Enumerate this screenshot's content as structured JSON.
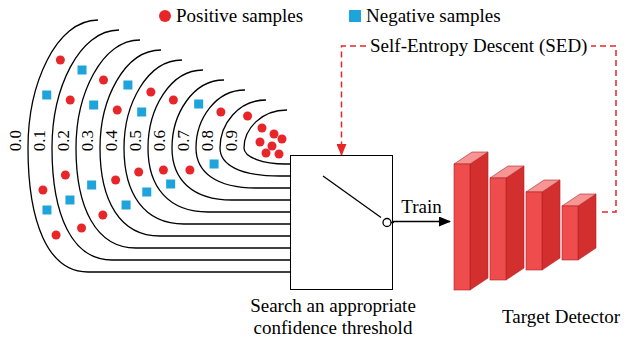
{
  "diagram": {
    "nodes": [
      {
        "text": [
          "Search an appropriate confidence threshold"
        ]
      },
      {
        "text": [
          "Target Detector"
        ]
      }
    ],
    "edges": [
      {
        "from": 0,
        "to": 1,
        "arrow": "to",
        "label": "Train"
      },
      {
        "from": 1,
        "to": 0,
        "arrow": "to",
        "label": "Self-Entropy Descent (SED)"
      }
    ],
    "labels": [
      "0.0",
      "0.1",
      "0.2",
      "0.3",
      "0.4",
      "0.5",
      "0.6",
      "0.7",
      "0.8",
      "0.9"
    ],
    "legend": [
      {
        "text": "Positive samples",
        "color": "#e8262a"
      },
      {
        "text": "Negative samples",
        "color": "#1fa3db"
      }
    ]
  }
}
